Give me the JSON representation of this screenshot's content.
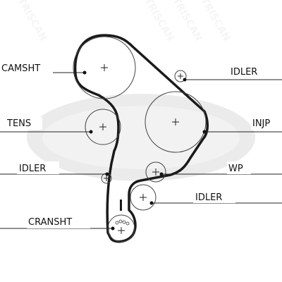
{
  "diagram": {
    "labels": {
      "camshaft": "CAMSHT",
      "idler_top": "IDLER",
      "tensioner": "TENS",
      "injection_pump": "INJP",
      "idler_left": "IDLER",
      "water_pump": "WP",
      "idler_bottom": "IDLER",
      "crankshaft": "CRANSHT"
    },
    "watermark_text": "TRISCAN",
    "colors": {
      "belt": "#1a1a1a",
      "pulley_outline": "#444444",
      "text": "#111111",
      "watermark": "#d9d9d9"
    }
  }
}
